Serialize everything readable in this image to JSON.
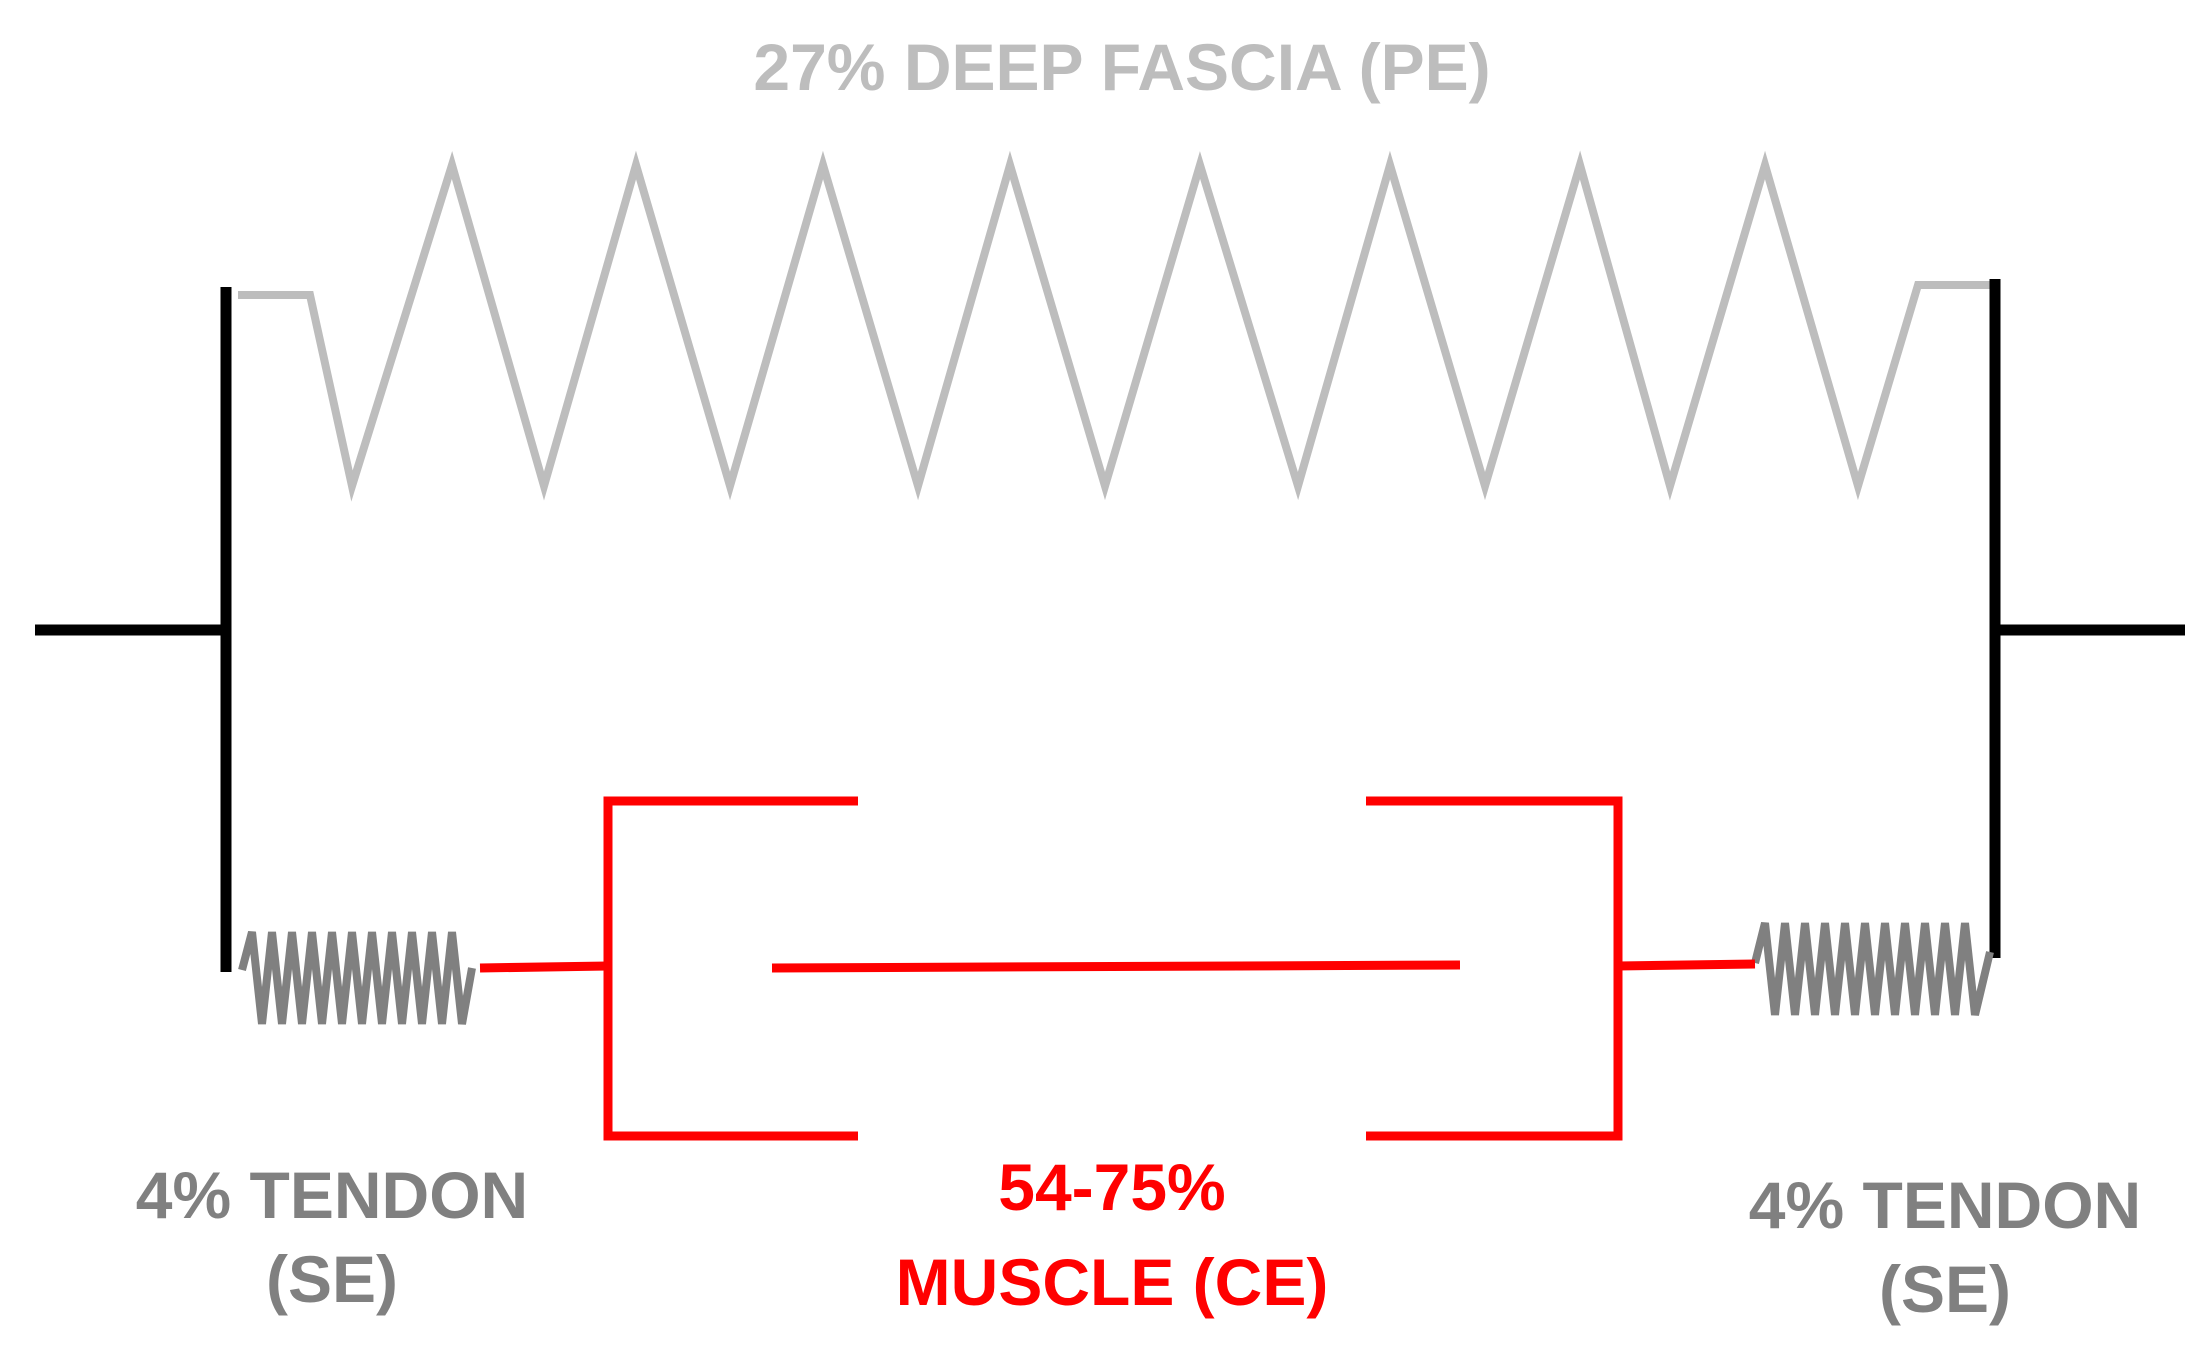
{
  "labels": {
    "fascia": "27% DEEP FASCIA (PE)",
    "tendon_left_line1": "4% TENDON",
    "tendon_left_line2": "(SE)",
    "muscle_line1": "54-75%",
    "muscle_line2": "MUSCLE (CE)",
    "tendon_right_line1": "4% TENDON",
    "tendon_right_line2": "(SE)"
  },
  "colors": {
    "fascia": "#bdbdbd",
    "tendon": "#808080",
    "muscle": "#ff0000",
    "frame": "#000000",
    "background": "#ffffff"
  }
}
